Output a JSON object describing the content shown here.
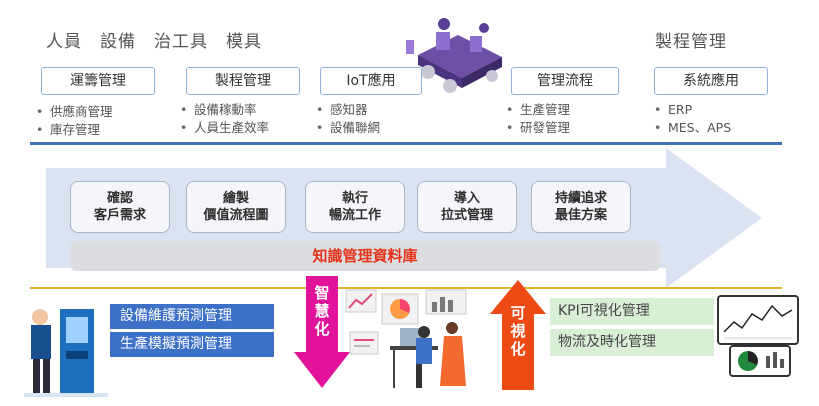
{
  "header": {
    "left_text": "人員　設備　治工具　模具",
    "right_text": "製程管理"
  },
  "categories": [
    {
      "title": "運籌管理",
      "items": [
        "供應商管理",
        "庫存管理"
      ]
    },
    {
      "title": "製程管理",
      "items": [
        "設備稼動率",
        "人員生產效率"
      ]
    },
    {
      "title": "IoT應用",
      "items": [
        "感知器",
        "設備聯網"
      ]
    },
    {
      "title": "管理流程",
      "items": [
        "生產管理",
        "研發管理"
      ]
    },
    {
      "title": "系統應用",
      "items": [
        "ERP",
        "MES、APS"
      ]
    }
  ],
  "steps": [
    {
      "line1": "確認",
      "line2": "客戶需求"
    },
    {
      "line1": "繪製",
      "line2": "價值流程圖"
    },
    {
      "line1": "執行",
      "line2": "暢流工作"
    },
    {
      "line1": "導入",
      "line2": "拉式管理"
    },
    {
      "line1": "持續追求",
      "line2": "最佳方案"
    }
  ],
  "database": "知識管理資料庫",
  "predictive": [
    "設備維護預測管理",
    "生產模擬預測管理"
  ],
  "down_arrow_label": "智慧化",
  "up_arrow_label": "可視化",
  "visual": [
    "KPI可視化管理",
    "物流及時化管理"
  ],
  "colors": {
    "accent_blue": "#3f72b5",
    "band_arrow": "#dbe3f2",
    "down_arrow": "#e0139a",
    "up_arrow": "#ee4a16",
    "database_text": "#e5341a",
    "green_box": "#d8efd6",
    "gold_rule": "#e2b42d"
  }
}
